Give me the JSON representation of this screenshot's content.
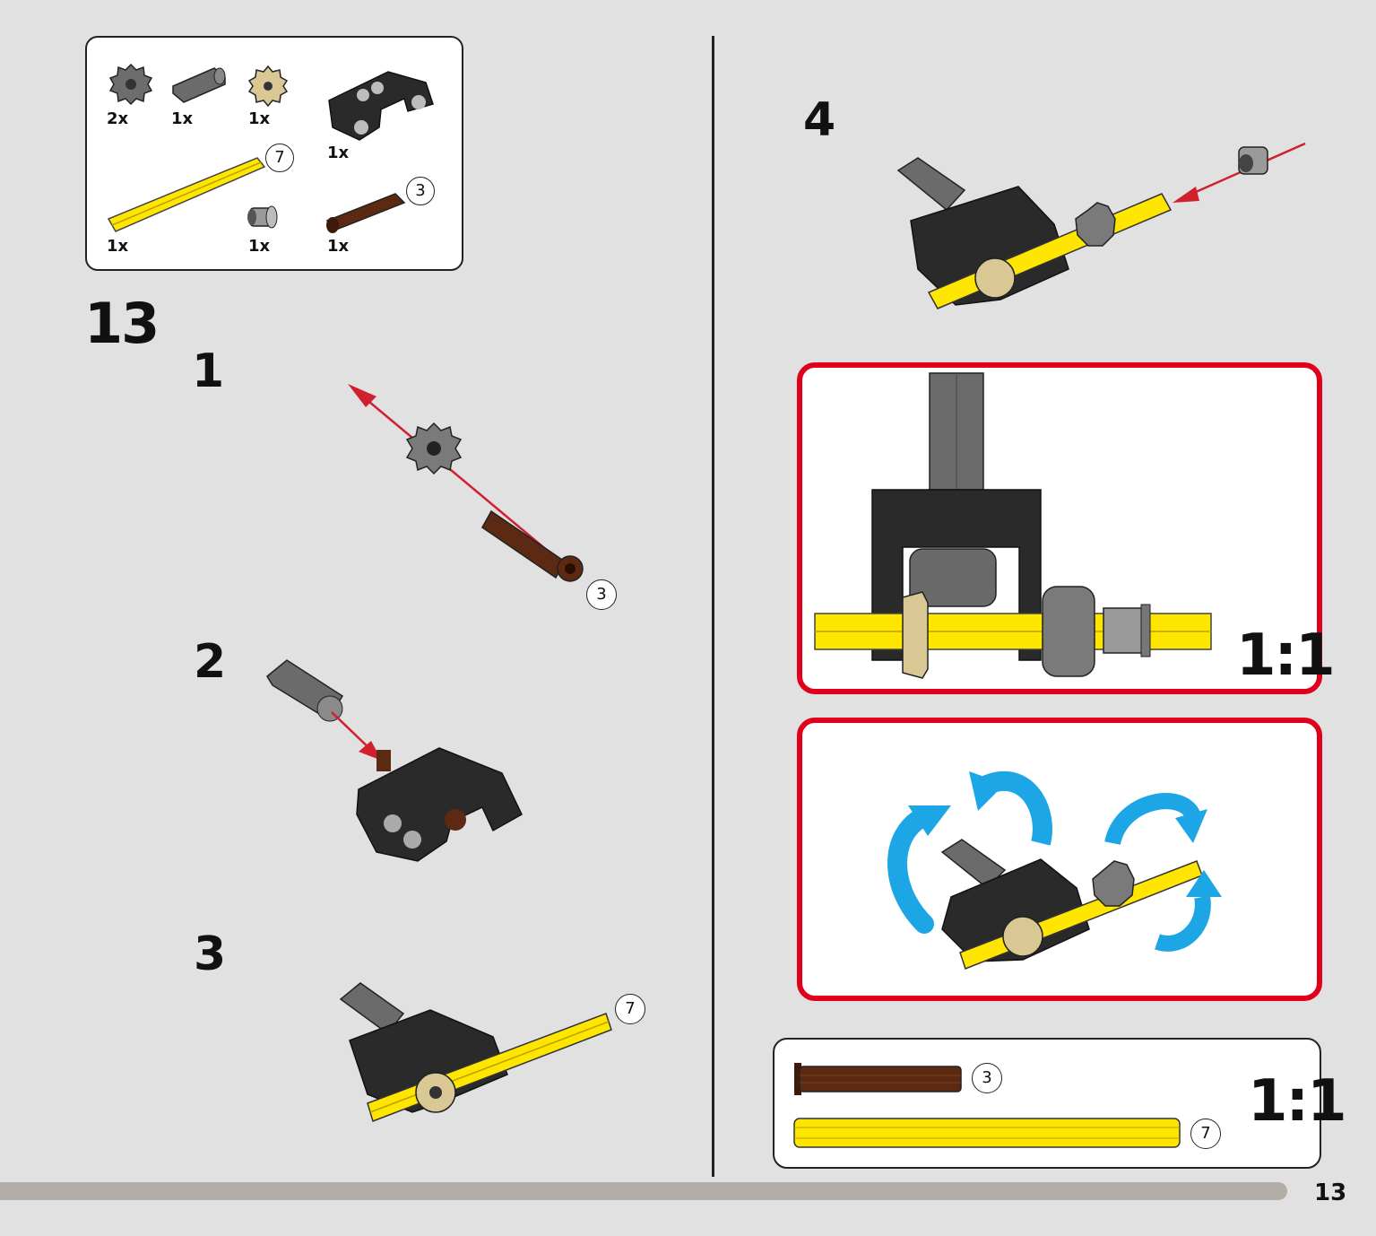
{
  "parts_list": {
    "items": [
      {
        "qty": "2x",
        "icon": "gear-12-tooth-dark-gray"
      },
      {
        "qty": "1x",
        "icon": "axle-connector-dark-gray"
      },
      {
        "qty": "1x",
        "icon": "bevel-gear-tan"
      },
      {
        "qty": "1x",
        "icon": "steering-arm-black"
      },
      {
        "qty": "1x",
        "icon": "axle-7-yellow",
        "length": "7"
      },
      {
        "qty": "1x",
        "icon": "bush-gray"
      },
      {
        "qty": "1x",
        "icon": "axle-3-brown",
        "length": "3"
      }
    ]
  },
  "step": {
    "number": "13",
    "substeps": [
      {
        "number": "1",
        "length": "3"
      },
      {
        "number": "2"
      },
      {
        "number": "3",
        "length": "7"
      },
      {
        "number": "4"
      }
    ]
  },
  "callout_scale": {
    "label": "1:1"
  },
  "ruler": {
    "scale": "1:1",
    "items": [
      {
        "length": "3",
        "color": "#5c2a12"
      },
      {
        "length": "7",
        "color": "#ffe600"
      }
    ]
  },
  "colors": {
    "accent_red": "#e0001b",
    "arrow_blue": "#1ca6e6",
    "axle_yellow": "#ffe600",
    "axle_brown": "#5c2a12"
  },
  "page_number": "13"
}
